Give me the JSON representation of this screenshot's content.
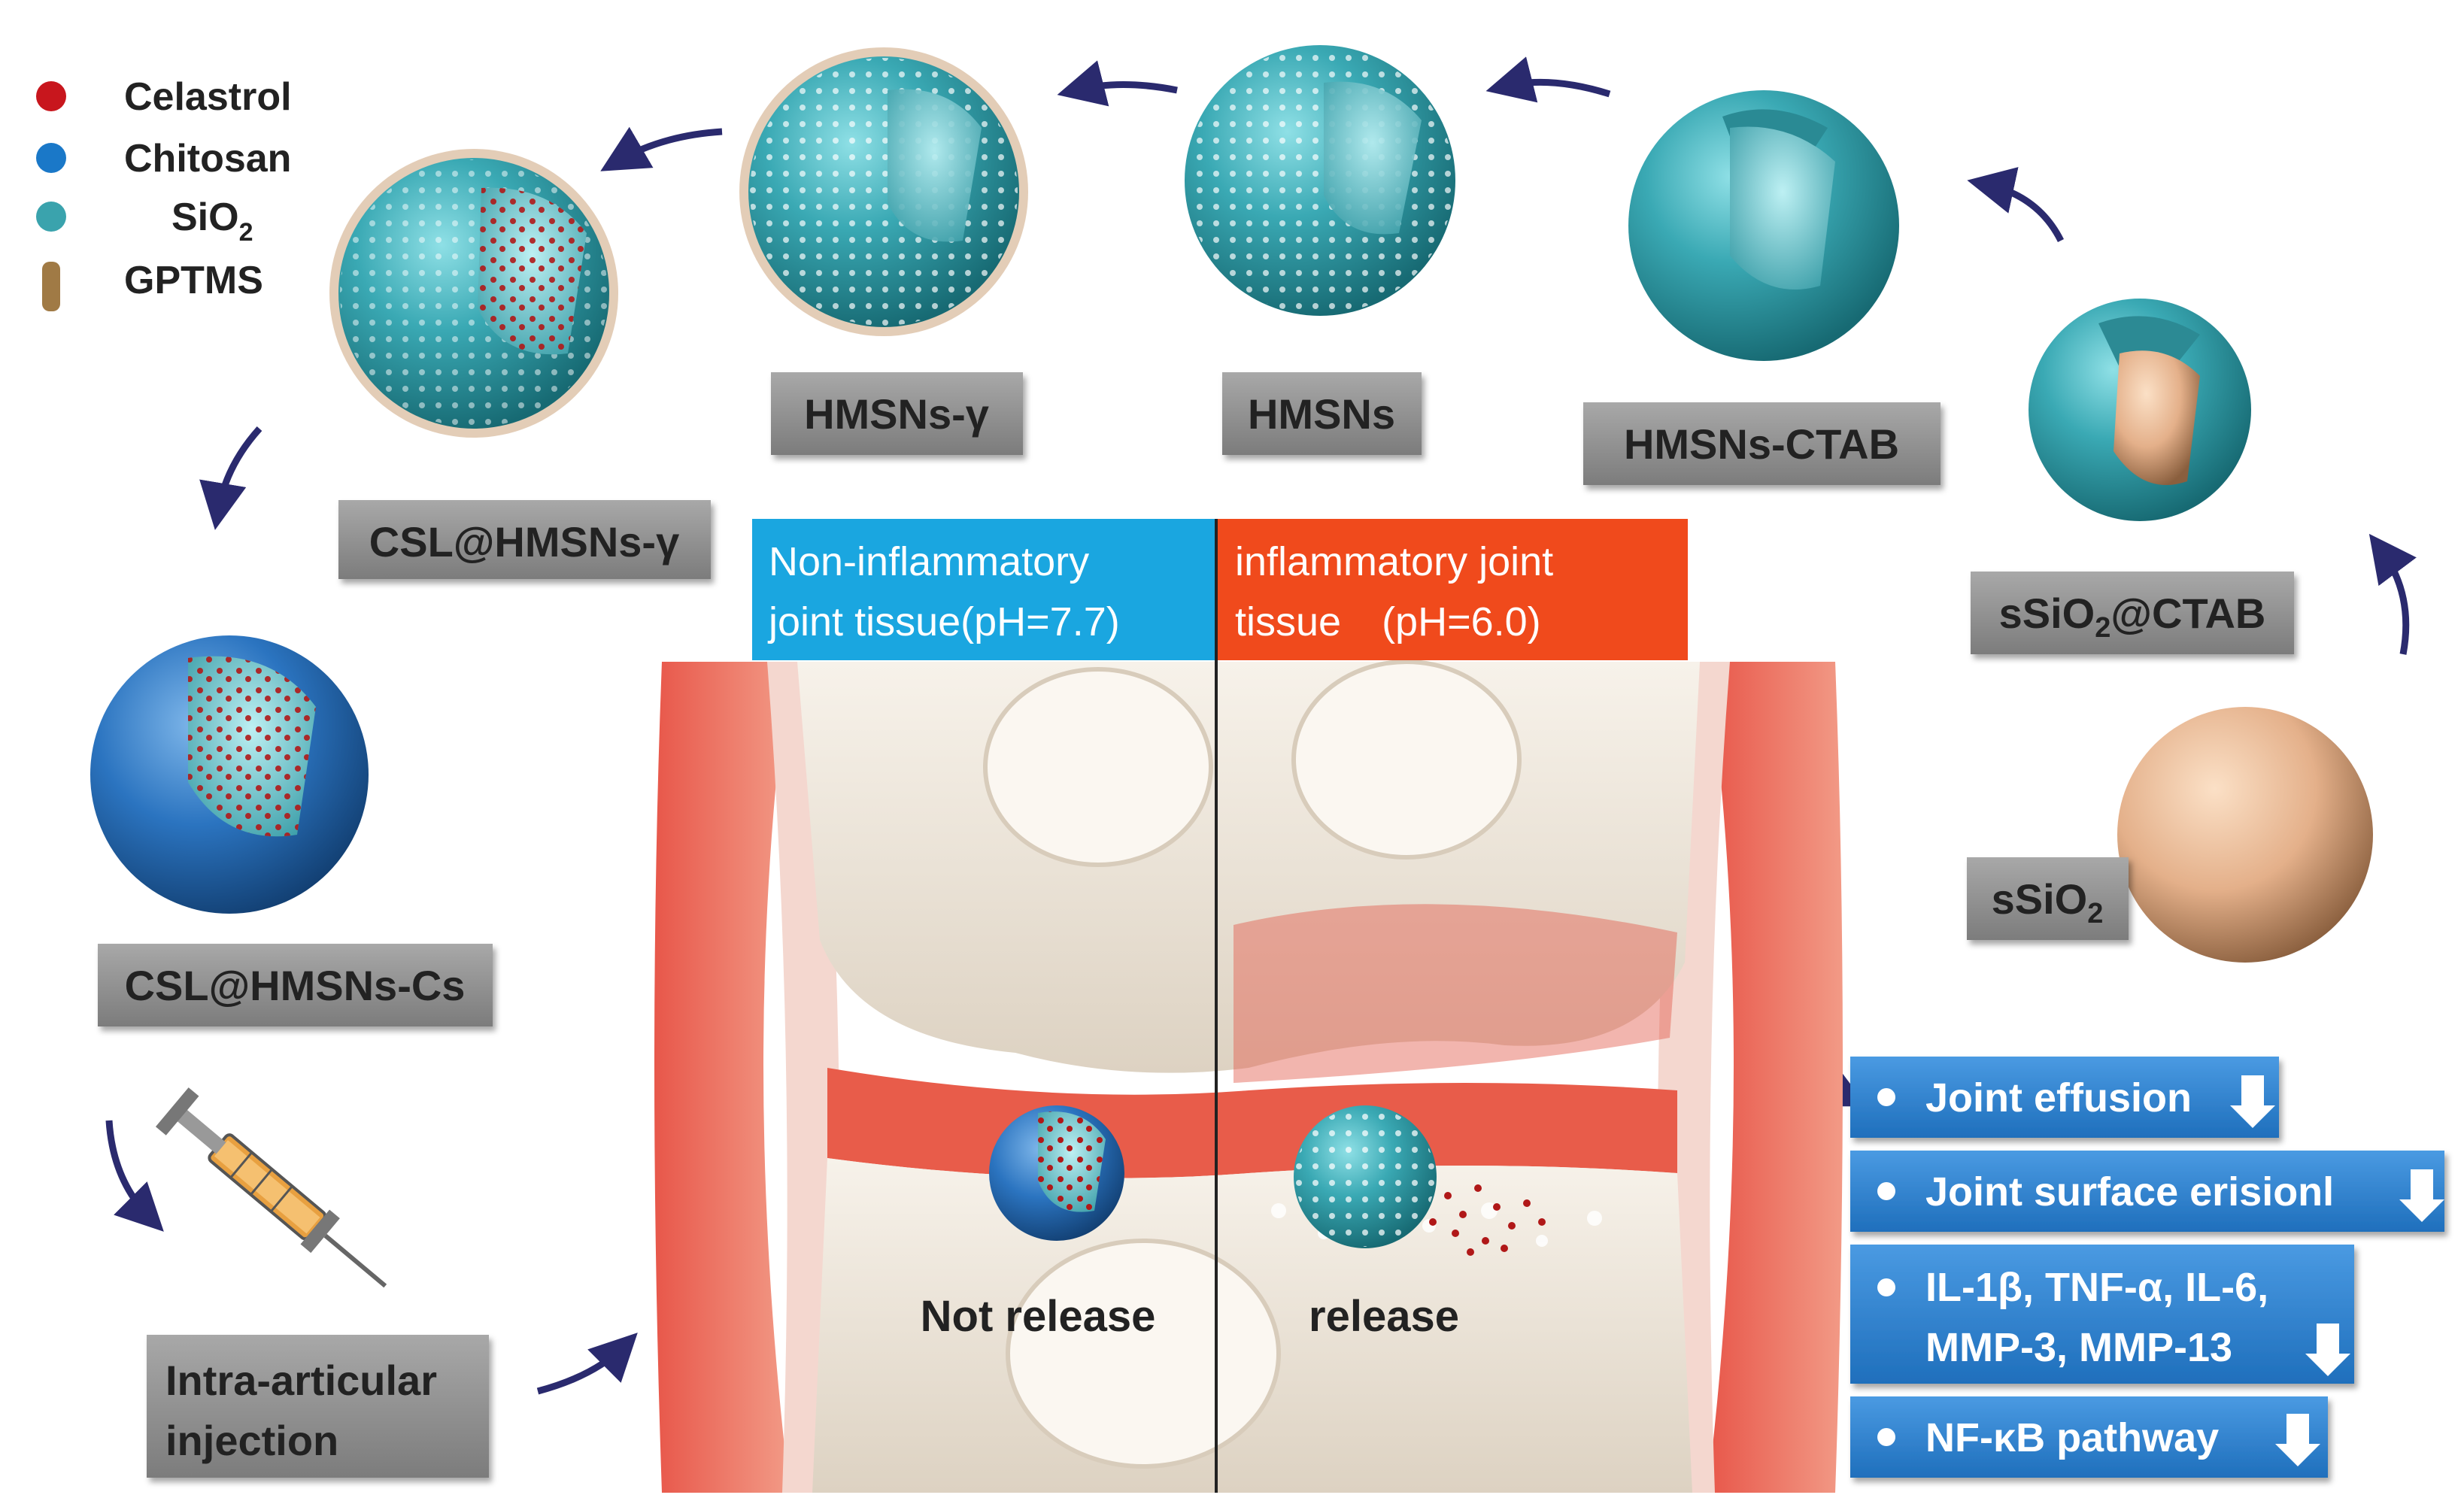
{
  "legend": {
    "items": [
      {
        "label": "Celastrol",
        "color": "#c8161d",
        "icon": "red-dot-icon"
      },
      {
        "label": "Chitosan",
        "color": "#1a78c8",
        "icon": "blue-dot-icon"
      },
      {
        "label": "SiO",
        "sub": "2",
        "color": "#3aa3ad",
        "icon": "teal-dot-icon"
      },
      {
        "label": "GPTMS",
        "color": "#a07a45",
        "icon": "gptms-rod-icon"
      }
    ]
  },
  "labels": {
    "csl_hmsns_gamma": "CSL@HMSNs-γ",
    "hmsns_gamma": "HMSNs-γ",
    "hmsns": "HMSNs",
    "hmsns_ctab": "HMSNs-CTAB",
    "ssio2_ctab_pre": "sSiO",
    "ssio2_ctab_sub": "2",
    "ssio2_ctab_post": "@CTAB",
    "ssio2_pre": "sSiO",
    "ssio2_sub": "2",
    "csl_hmsns_cs": "CSL@HMSNs-Cs",
    "injection_line1": "Intra-articular",
    "injection_line2": "injection"
  },
  "panels": {
    "left_header_line1": "Non-inflammatory",
    "left_header_line2": "joint tissue(pH=7.7)",
    "right_header_line1": "inflammatory joint",
    "right_header_line2": "tissue　(pH=6.0)",
    "left_caption": "Not release",
    "right_caption": "release"
  },
  "effects": [
    {
      "lines": [
        "Joint effusion"
      ]
    },
    {
      "lines": [
        "Joint surface erisionl"
      ]
    },
    {
      "lines": [
        "IL-1β, TNF-α, IL-6,",
        "MMP-3, MMP-13"
      ]
    },
    {
      "lines": [
        "NF-κB pathway"
      ]
    }
  ],
  "colors": {
    "teal": "#3aa3ad",
    "chitosan_blue": "#1e6fb8",
    "core_beige": "#e8b894",
    "celastrol_red": "#c8161d",
    "left_header_bg": "#1aa6e0",
    "right_header_bg": "#f04a1c",
    "effect_box_bg": "#2b84d4",
    "label_box_bg": "#8a8a8a",
    "arrow_color": "#2a2a6e"
  }
}
